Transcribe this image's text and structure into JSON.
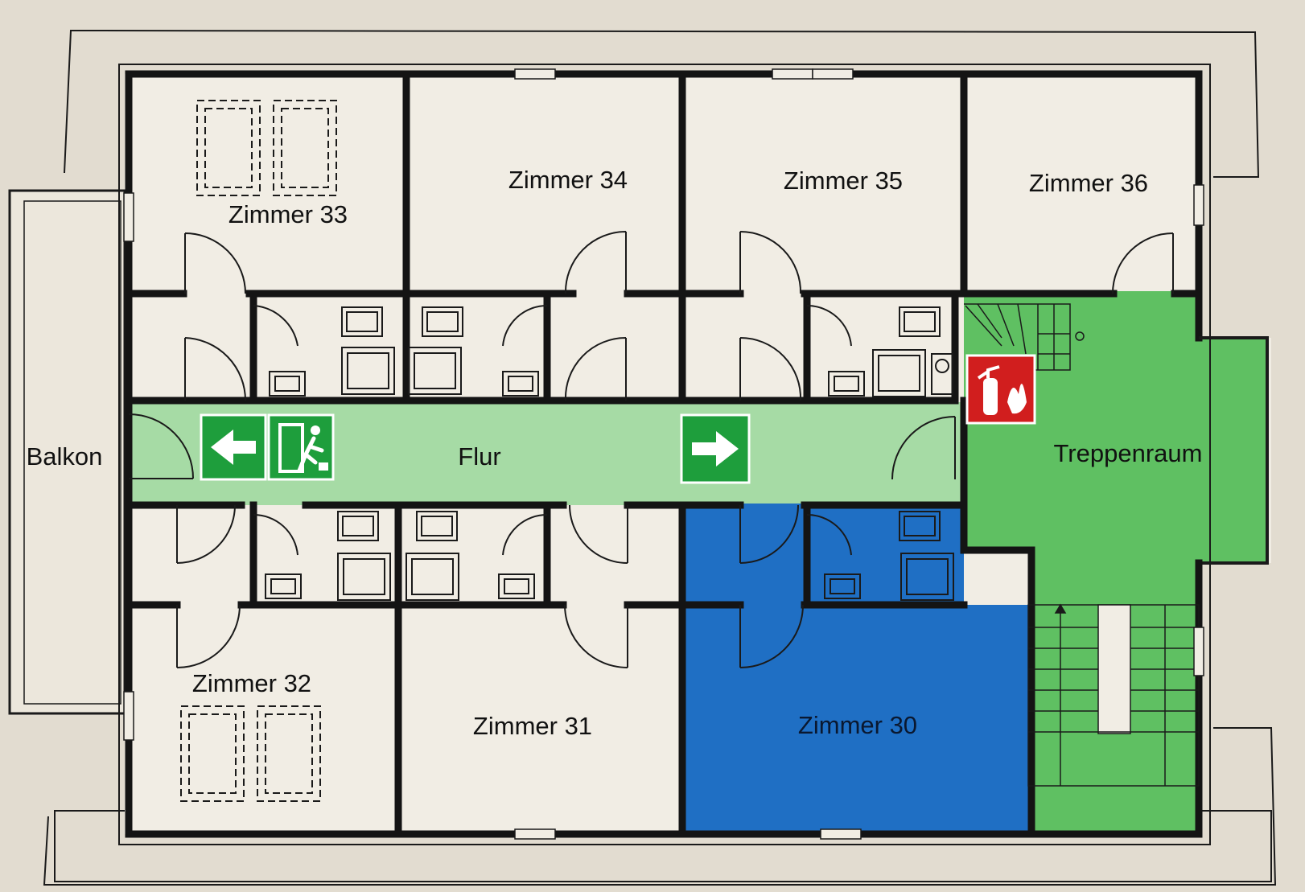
{
  "rooms": {
    "zimmer_30": "Zimmer 30",
    "zimmer_31": "Zimmer 31",
    "zimmer_32": "Zimmer 32",
    "zimmer_33": "Zimmer 33",
    "zimmer_34": "Zimmer 34",
    "zimmer_35": "Zimmer 35",
    "zimmer_36": "Zimmer 36",
    "balkon": "Balkon",
    "flur": "Flur",
    "treppenraum": "Treppenraum"
  },
  "highlight": {
    "escape_route_color": "#86d08c",
    "stairwell_color": "#5fc062",
    "current_room_color": "#1f6fc4",
    "current_room": "Zimmer 30"
  },
  "signs": {
    "exit_arrow_left": "arrow-left-icon",
    "emergency_exit": "running-man-exit-icon",
    "exit_arrow_right": "arrow-right-icon",
    "fire_extinguisher": "fire-extinguisher-icon"
  }
}
